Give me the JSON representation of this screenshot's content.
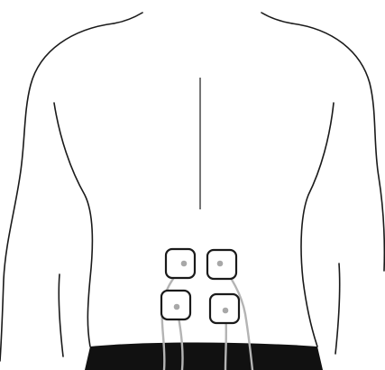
{
  "colors": {
    "background": "#ffffff",
    "outline": "#1a1a1a",
    "electrode_border": "#1a1a1a",
    "electrode_dot": "#a8a8a8",
    "lead_wire": "#b4b4b4",
    "waistband": "#111111"
  },
  "figure": {
    "subject": "back-torso-outline-icon",
    "electrode_count": 4,
    "electrodes": [
      {
        "name": "electrode-upper-left",
        "has_lead_wire": true
      },
      {
        "name": "electrode-upper-right",
        "has_lead_wire": true
      },
      {
        "name": "electrode-lower-left",
        "has_lead_wire": true
      },
      {
        "name": "electrode-lower-right",
        "has_lead_wire": true
      }
    ]
  }
}
